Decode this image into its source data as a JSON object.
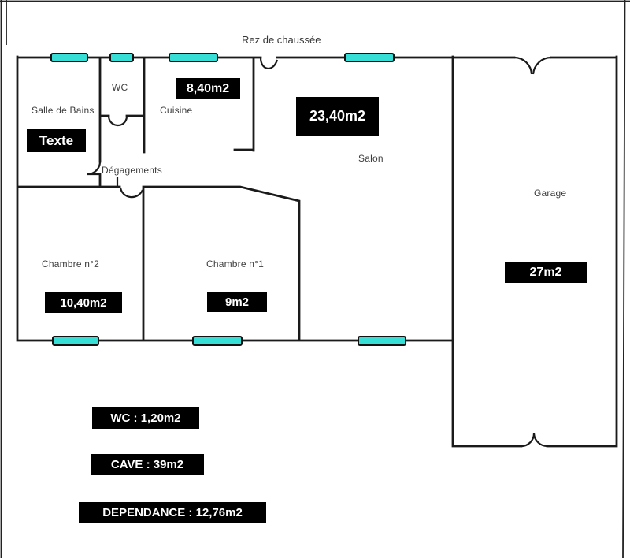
{
  "page": {
    "title": "Rez de chaussée"
  },
  "colors": {
    "window": "#36ded6",
    "wall": "#1a1a1a",
    "badge_bg": "#000000",
    "badge_text": "#ffffff"
  },
  "rooms": {
    "salle_de_bains": {
      "label": "Salle de Bains",
      "area": "Texte"
    },
    "wc": {
      "label": "WC"
    },
    "cuisine": {
      "label": "Cuisine",
      "area": "8,40m2"
    },
    "salon": {
      "label": "Salon",
      "area": "23,40m2"
    },
    "garage": {
      "label": "Garage",
      "area": "27m2"
    },
    "degagements": {
      "label": "Dégagements"
    },
    "chambre2": {
      "label": "Chambre n°2",
      "area": "10,40m2"
    },
    "chambre1": {
      "label": "Chambre n°1",
      "area": "9m2"
    }
  },
  "annotations": {
    "wc": "WC : 1,20m2",
    "cave": "CAVE : 39m2",
    "dependance": "DEPENDANCE : 12,76m2"
  }
}
